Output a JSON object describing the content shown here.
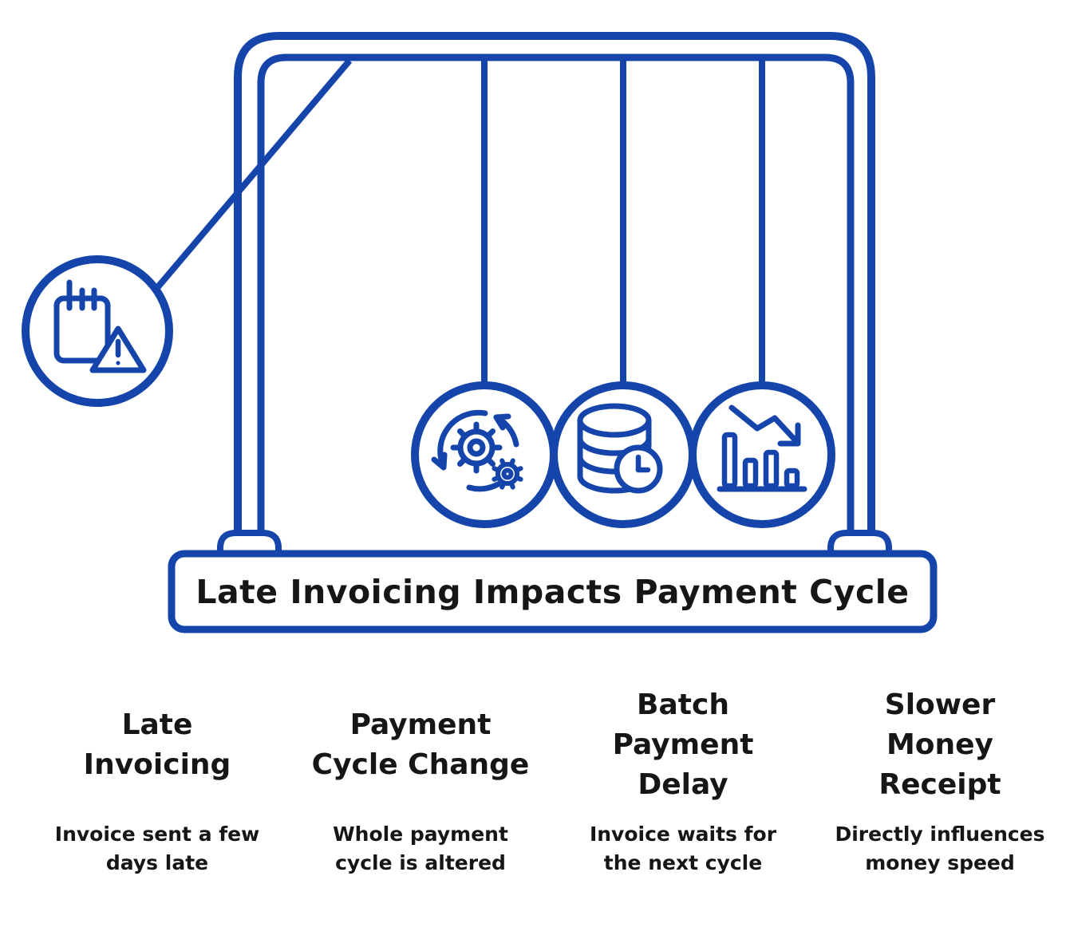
{
  "colors": {
    "accent_blue": "#1545AA",
    "text_black": "#161616",
    "background": "#ffffff"
  },
  "cradle": {
    "title": "Late Invoicing Impacts Payment Cycle",
    "balls": [
      {
        "icon": "late-invoice-warning-icon",
        "meaning": "Late Invoicing"
      },
      {
        "icon": "process-change-gears-icon",
        "meaning": "Payment Cycle Change"
      },
      {
        "icon": "batch-payment-database-clock-icon",
        "meaning": "Batch Payment Delay"
      },
      {
        "icon": "declining-chart-icon",
        "meaning": "Slower Money Receipt"
      }
    ]
  },
  "columns": [
    {
      "heading": "Late\nInvoicing",
      "description": "Invoice sent a few\ndays late"
    },
    {
      "heading": "Payment\nCycle Change",
      "description": "Whole payment\ncycle is altered"
    },
    {
      "heading": "Batch\nPayment\nDelay",
      "description": "Invoice waits for\nthe next cycle"
    },
    {
      "heading": "Slower\nMoney\nReceipt",
      "description": "Directly influences\nmoney speed"
    }
  ]
}
